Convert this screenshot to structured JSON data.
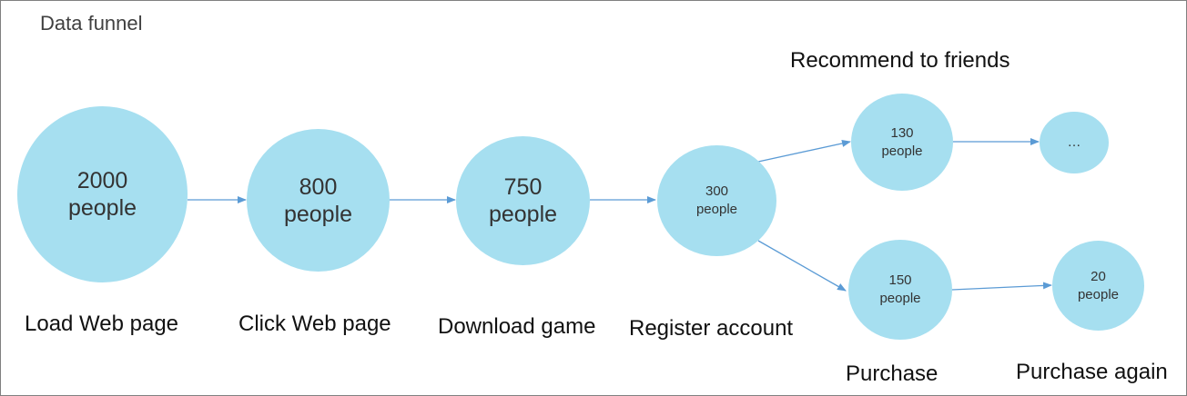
{
  "title": "Data funnel",
  "colors": {
    "node_fill": "#a6dff0",
    "arrow": "#5b9bd5"
  },
  "nodes": [
    {
      "value": "2000",
      "unit": "people",
      "label": "Load Web page"
    },
    {
      "value": "800",
      "unit": "people",
      "label": "Click Web page"
    },
    {
      "value": "750",
      "unit": "people",
      "label": "Download game"
    },
    {
      "value": "300",
      "unit": "people",
      "label": "Register account"
    },
    {
      "value": "130",
      "unit": "people",
      "label": "Recommend to friends"
    },
    {
      "value": "…"
    },
    {
      "value": "150",
      "unit": "people",
      "label": "Purchase"
    },
    {
      "value": "20",
      "unit": "people",
      "label": "Purchase again"
    }
  ]
}
